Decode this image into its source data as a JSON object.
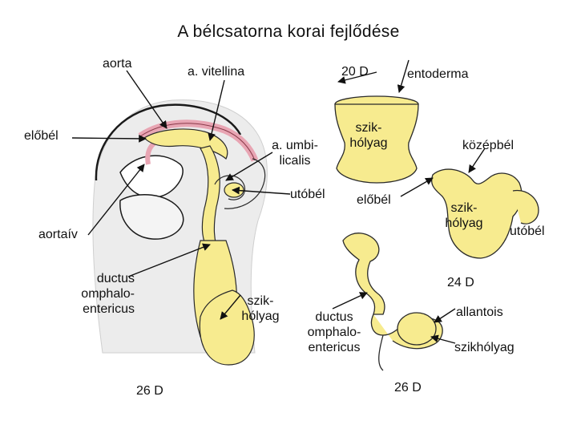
{
  "title": "A bélcsatorna korai fejlődése",
  "colors": {
    "yolk": "#f7eb8f",
    "yolk_edge": "#2a2a2a",
    "vessel": "#e8a5b3",
    "embryo_bg": "#eeeeee",
    "line": "#111111"
  },
  "labels": {
    "aorta": "aorta",
    "a_vitellina": "a. vitellina",
    "d20": "20 D",
    "entoderma": "entoderma",
    "elobel_left": "előbél",
    "a_umbilicalis_1": "a. umbi-",
    "a_umbilicalis_2": "licalis",
    "szikholyag_top_1": "szik-",
    "szikholyag_top_2": "hólyag",
    "kozepbel": "középbél",
    "utobel_mid": "utóbél",
    "elobel_mid": "előbél",
    "szikholyag_right_1": "szik-",
    "szikholyag_right_2": "hólyag",
    "utobel_right": "utóbél",
    "aortaiv": "aortaív",
    "ductus_left_1": "ductus",
    "ductus_left_2": "omphalo-",
    "ductus_left_3": "entericus",
    "szikholyag_bottom_1": "szik-",
    "szikholyag_bottom_2": "hólyag",
    "ductus_mid_1": "ductus",
    "ductus_mid_2": "omphalo-",
    "ductus_mid_3": "entericus",
    "d24": "24 D",
    "allantois": "allantois",
    "szikholyag_br": "szikhólyag",
    "d26_left": "26 D",
    "d26_mid": "26 D"
  }
}
